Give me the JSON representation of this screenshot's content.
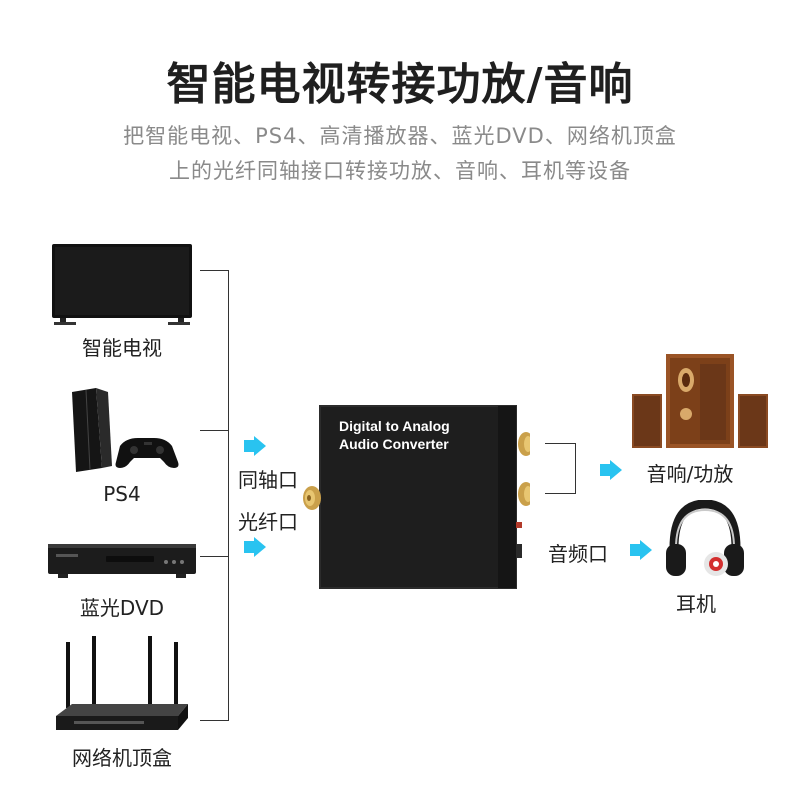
{
  "header": {
    "title": "智能电视转接功放/音响",
    "subtitle_line1": "把智能电视、PS4、高清播放器、蓝光DVD、网络机顶盒",
    "subtitle_line2": "上的光纤同轴接口转接功放、音响、耳机等设备"
  },
  "sources": {
    "tv": "智能电视",
    "ps4": "PS4",
    "dvd": "蓝光DVD",
    "router": "网络机顶盒"
  },
  "inputs": {
    "coaxial": "同轴口",
    "optical": "光纤口"
  },
  "device": {
    "line1": "Digital to Analog",
    "line2": "Audio Converter"
  },
  "outputs": {
    "speaker": "音响/功放",
    "audio_port": "音频口",
    "headphones": "耳机"
  },
  "colors": {
    "arrow": "#29c3f0",
    "device_body": "#1a1a1a",
    "gold": "#d8a93a",
    "wood": "#8a4a22"
  }
}
